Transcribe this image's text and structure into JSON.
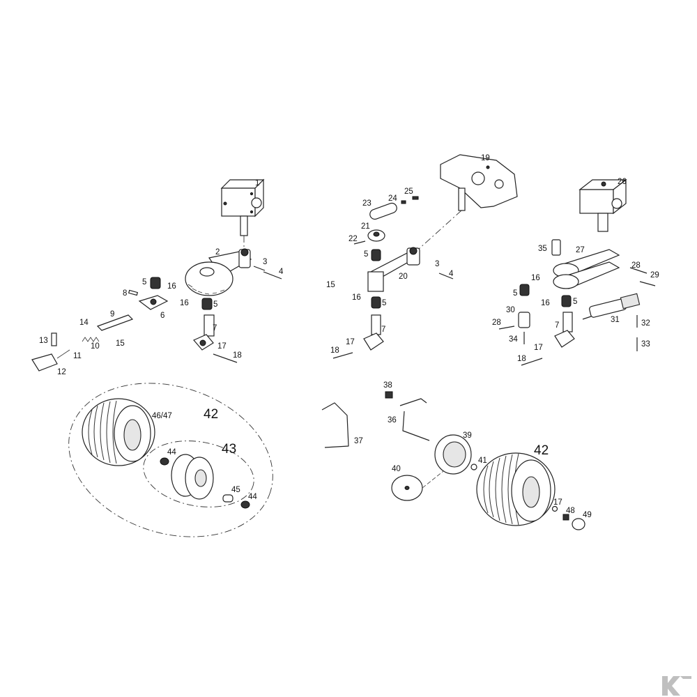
{
  "callouts": {
    "c1": "1",
    "c2": "2",
    "c3a": "3",
    "c4a": "4",
    "c5a": "5",
    "c5b": "5",
    "c6": "6",
    "c7a": "7",
    "c8": "8",
    "c9": "9",
    "c10": "10",
    "c11": "11",
    "c12": "12",
    "c13": "13",
    "c14": "14",
    "c15a": "15",
    "c16a": "16",
    "c16b": "16",
    "c17a": "17",
    "c18a": "18",
    "c19": "19",
    "c20": "20",
    "c21": "21",
    "c22": "22",
    "c23": "23",
    "c24": "24",
    "c25": "25",
    "c3b": "3",
    "c4b": "4",
    "c5c": "5",
    "c5d": "5",
    "c15b": "15",
    "c16c": "16",
    "c7b": "7",
    "c17b": "17",
    "c18b": "18",
    "c26": "26",
    "c27": "27",
    "c28a": "28",
    "c29": "29",
    "c35": "35",
    "c5e": "5",
    "c5f": "5",
    "c16d": "16",
    "c16e": "16",
    "c30": "30",
    "c28b": "28",
    "c34": "34",
    "c7c": "7",
    "c31": "31",
    "c32": "32",
    "c33": "33",
    "c17c": "17",
    "c18c": "18",
    "c42a": "42",
    "c4647": "46/47",
    "c43": "43",
    "c44a": "44",
    "c44b": "44",
    "c45": "45",
    "c38": "38",
    "c36": "36",
    "c37": "37",
    "c39": "39",
    "c40": "40",
    "c41": "41",
    "c42b": "42",
    "c17d": "17",
    "c48": "48",
    "c49": "49"
  },
  "colors": {
    "line": "#222222",
    "background": "#ffffff",
    "logo": "#bfbfbf"
  },
  "logo": {
    "icon": "brand-k-logo"
  }
}
